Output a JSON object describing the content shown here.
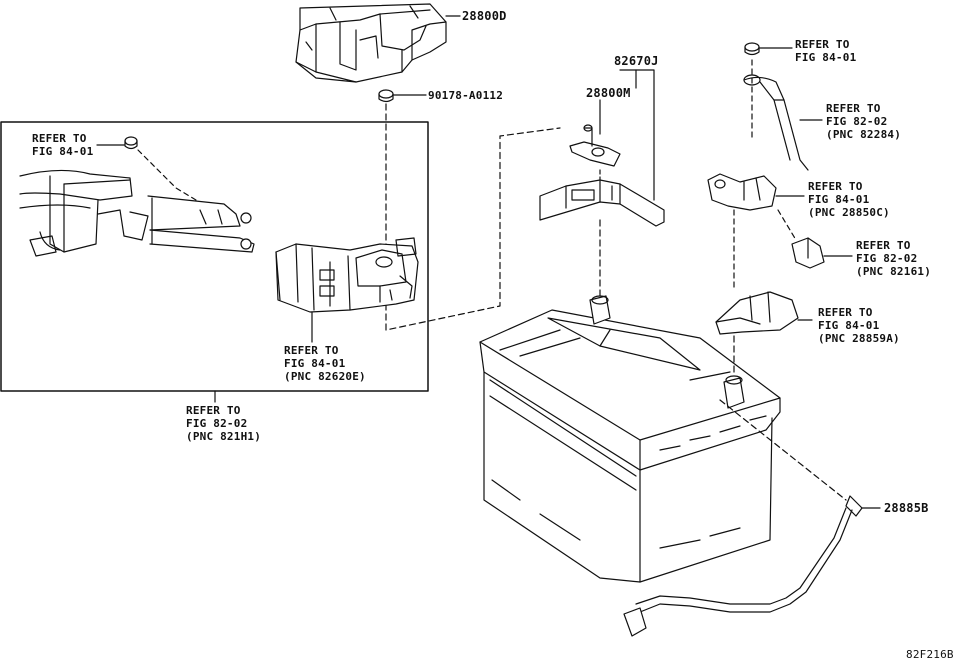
{
  "diagram_id": "82F216B",
  "part_numbers": {
    "p28800D": "28800D",
    "p90178": "90178-A0112",
    "p82670J": "82670J",
    "p28800M": "28800M",
    "p28885B": "28885B"
  },
  "refs": {
    "r1": [
      "REFER TO",
      "FIG 84-01"
    ],
    "r2": [
      "REFER TO",
      "FIG 84-01"
    ],
    "r3": [
      "REFER TO",
      "FIG 82-02",
      "(PNC 82284)"
    ],
    "r4": [
      "REFER TO",
      "FIG 84-01",
      "(PNC 28850C)"
    ],
    "r5": [
      "REFER TO",
      "FIG 82-02",
      "(PNC 82161)"
    ],
    "r6": [
      "REFER TO",
      "FIG 84-01",
      "(PNC 28859A)"
    ],
    "r7": [
      "REFER TO",
      "FIG 84-01",
      "(PNC 82620E)"
    ],
    "r8": [
      "REFER TO",
      "FIG 82-02",
      "(PNC 821H1)"
    ]
  }
}
